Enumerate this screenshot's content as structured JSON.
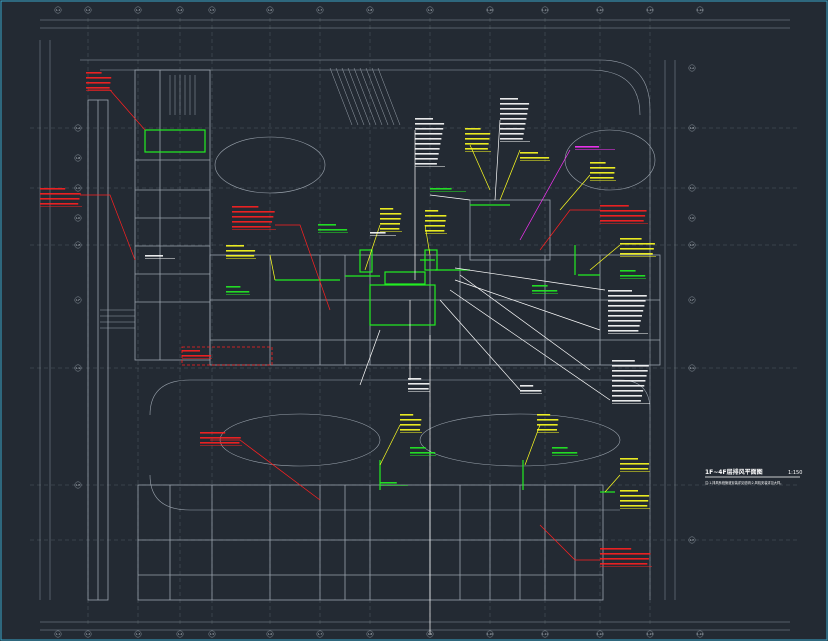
{
  "title": {
    "main": "1F~4F层排风平面图",
    "scale": "1:150",
    "note": "注:1.排风系统管道安装详见说明;2.风机安装详见大样。"
  },
  "colors": {
    "background": "#232a33",
    "wall": "#9aa3ad",
    "grid": "#5e6772",
    "red": "#ff2020",
    "green": "#22ee22",
    "yellow": "#ffff20",
    "white": "#ffffff",
    "magenta": "#ff33ff"
  },
  "grid_labels": {
    "top": [
      "1-1",
      "1-2",
      "1-3",
      "1-4",
      "1-5",
      "1-6",
      "1-7",
      "1-8",
      "1-9",
      "1-10",
      "1-11",
      "1-12",
      "1-13",
      "1-14"
    ],
    "bottom": [
      "1-1",
      "1-2",
      "1-3",
      "1-4",
      "1-5",
      "1-6",
      "1-7",
      "1-8",
      "1-9",
      "1-10",
      "1-11",
      "1-12",
      "1-13",
      "1-14"
    ],
    "left": [
      "1-A",
      "1-B",
      "1-C",
      "1-D",
      "1-E",
      "1-F",
      "1-G",
      "1-H"
    ],
    "right": [
      "1-A",
      "1-B",
      "1-C",
      "1-D",
      "1-E",
      "1-F",
      "1-G",
      "1-H"
    ]
  },
  "annotation_icons": [
    "leader-line-icon",
    "tag-box-icon"
  ]
}
